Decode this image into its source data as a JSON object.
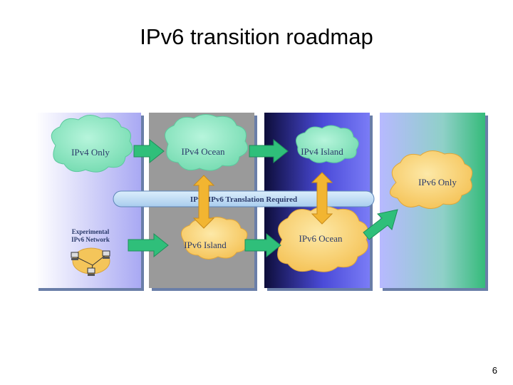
{
  "slide": {
    "title": "IPv6 transition roadmap",
    "page_number": "6"
  },
  "diagram": {
    "clouds": {
      "ipv4_only": "IPv4 Only",
      "ipv4_ocean": "IPv4 Ocean",
      "ipv4_island": "IPv4 Island",
      "ipv6_only": "IPv6 Only",
      "ipv6_island": "IPv6 Island",
      "ipv6_ocean": "IPv6 Ocean"
    },
    "translation_band": "IPv4/IPv6 Translation Required",
    "experimental": {
      "line1": "Experimental",
      "line2": "IPv6 Network"
    },
    "colors": {
      "green_cloud": "#8ee6c2",
      "yellow_cloud": "#f7cc66",
      "arrow_green": "#2fbf7a",
      "arrow_yellow": "#f2b531",
      "panel_gray": "#9a9a9a",
      "panel_blue": "#6d6ff0",
      "panel_green": "#3fbf7f"
    }
  }
}
